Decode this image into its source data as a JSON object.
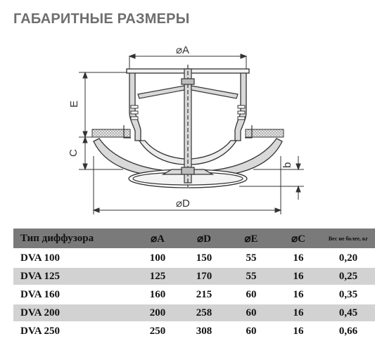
{
  "title": "ГАБАРИТНЫЕ РАЗМЕРЫ",
  "drawing": {
    "label_A": "⌀A",
    "label_D": "⌀D",
    "label_E": "E",
    "label_C": "C",
    "label_b": "b"
  },
  "table": {
    "headers": [
      "Тип диффузора",
      "⌀A",
      "⌀D",
      "⌀E",
      "⌀C",
      "Вес не более, кг"
    ],
    "rows": [
      [
        "DVA 100",
        "100",
        "150",
        "55",
        "16",
        "0,20"
      ],
      [
        "DVA 125",
        "125",
        "170",
        "55",
        "16",
        "0,25"
      ],
      [
        "DVA 160",
        "160",
        "215",
        "60",
        "16",
        "0,35"
      ],
      [
        "DVA 200",
        "200",
        "258",
        "60",
        "16",
        "0,45"
      ],
      [
        "DVA 250",
        "250",
        "308",
        "60",
        "16",
        "0,66"
      ]
    ]
  },
  "colors": {
    "title": "#6e6e6e",
    "header_bg": "#7a7a7a",
    "row_alt_bg": "#d2d2d2",
    "line": "#333333",
    "part_fill": "#d9d9d9"
  }
}
